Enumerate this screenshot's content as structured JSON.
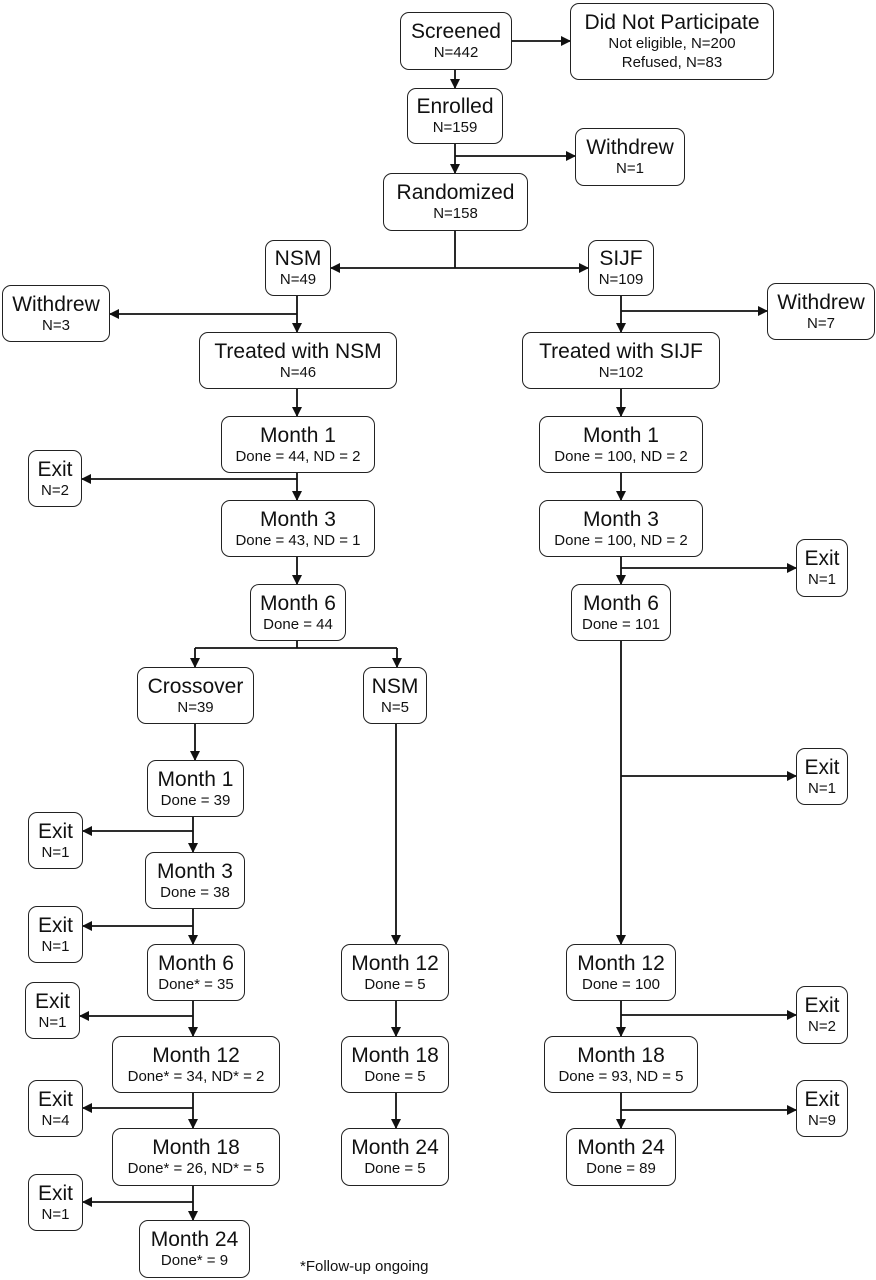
{
  "boxes": {
    "screened": {
      "title": "Screened",
      "sub": "N=442"
    },
    "not_participate": {
      "title": "Did Not Participate",
      "sub": "Not eligible, N=200",
      "sub2": "Refused, N=83"
    },
    "enrolled": {
      "title": "Enrolled",
      "sub": "N=159"
    },
    "withdrew_1": {
      "title": "Withdrew",
      "sub": "N=1"
    },
    "randomized": {
      "title": "Randomized",
      "sub": "N=158"
    },
    "nsm": {
      "title": "NSM",
      "sub": "N=49"
    },
    "sijf": {
      "title": "SIJF",
      "sub": "N=109"
    },
    "withdrew_3": {
      "title": "Withdrew",
      "sub": "N=3"
    },
    "withdrew_7": {
      "title": "Withdrew",
      "sub": "N=7"
    },
    "treated_nsm": {
      "title": "Treated with NSM",
      "sub": "N=46"
    },
    "treated_sijf": {
      "title": "Treated with SIJF",
      "sub": "N=102"
    },
    "nsm_m1": {
      "title": "Month 1",
      "sub": "Done = 44, ND = 2"
    },
    "sijf_m1": {
      "title": "Month 1",
      "sub": "Done = 100, ND = 2"
    },
    "exit_nsm_m1": {
      "title": "Exit",
      "sub": "N=2"
    },
    "nsm_m3": {
      "title": "Month 3",
      "sub": "Done = 43, ND = 1"
    },
    "sijf_m3": {
      "title": "Month 3",
      "sub": "Done = 100, ND = 2"
    },
    "exit_sijf_m3": {
      "title": "Exit",
      "sub": "N=1"
    },
    "nsm_m6": {
      "title": "Month 6",
      "sub": "Done = 44"
    },
    "sijf_m6": {
      "title": "Month 6",
      "sub": "Done = 101"
    },
    "crossover": {
      "title": "Crossover",
      "sub": "N=39"
    },
    "nsm_cont": {
      "title": "NSM",
      "sub": "N=5"
    },
    "exit_sijf_m6": {
      "title": "Exit",
      "sub": "N=1"
    },
    "co_m1": {
      "title": "Month 1",
      "sub": "Done = 39"
    },
    "exit_co_m1": {
      "title": "Exit",
      "sub": "N=1"
    },
    "co_m3": {
      "title": "Month 3",
      "sub": "Done = 38"
    },
    "exit_co_m3": {
      "title": "Exit",
      "sub": "N=1"
    },
    "co_m6": {
      "title": "Month 6",
      "sub": "Done* = 35"
    },
    "exit_co_m6": {
      "title": "Exit",
      "sub": "N=1"
    },
    "nc_m12": {
      "title": "Month 12",
      "sub": "Done = 5"
    },
    "sijf_m12": {
      "title": "Month 12",
      "sub": "Done = 100"
    },
    "exit_sijf_m12": {
      "title": "Exit",
      "sub": "N=2"
    },
    "co_m12": {
      "title": "Month 12",
      "sub": "Done* = 34, ND* = 2"
    },
    "nc_m18": {
      "title": "Month 18",
      "sub": "Done = 5"
    },
    "sijf_m18": {
      "title": "Month 18",
      "sub": "Done = 93, ND = 5"
    },
    "exit_co_m12": {
      "title": "Exit",
      "sub": "N=4"
    },
    "exit_sijf_m18": {
      "title": "Exit",
      "sub": "N=9"
    },
    "co_m18": {
      "title": "Month 18",
      "sub": "Done* = 26, ND* = 5"
    },
    "nc_m24": {
      "title": "Month 24",
      "sub": "Done = 5"
    },
    "sijf_m24": {
      "title": "Month 24",
      "sub": "Done = 89"
    },
    "exit_co_m18": {
      "title": "Exit",
      "sub": "N=1"
    },
    "co_m24": {
      "title": "Month 24",
      "sub": "Done* = 9"
    }
  },
  "footnote": "*Follow-up ongoing"
}
